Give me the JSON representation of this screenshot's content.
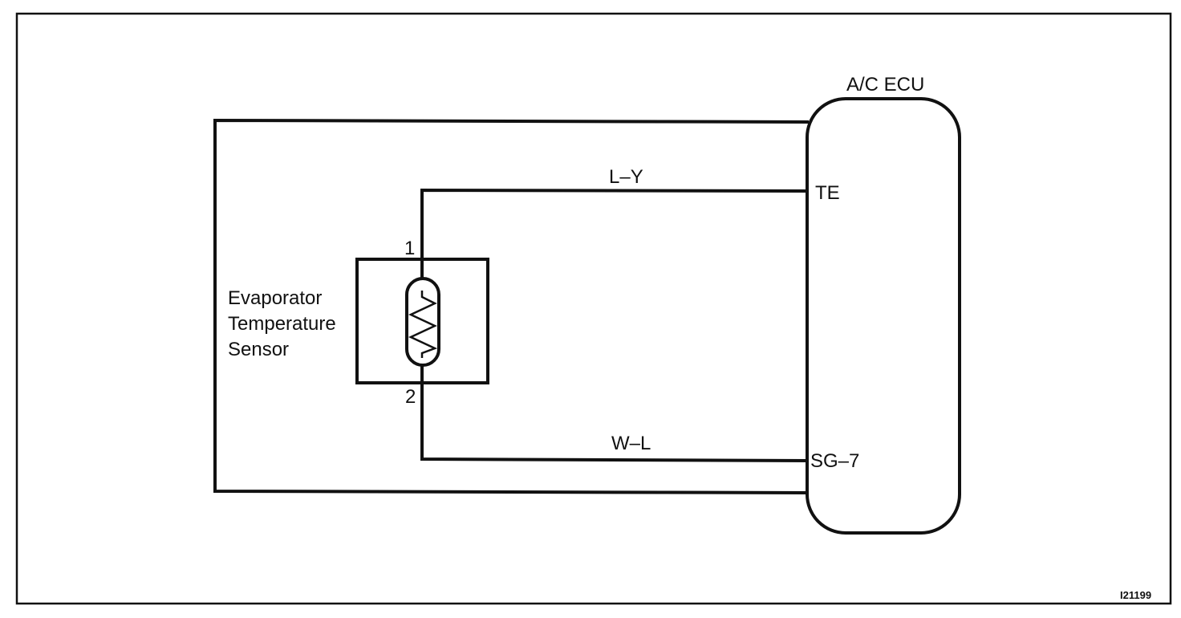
{
  "diagram": {
    "ecu": {
      "label": "A/C ECU",
      "terminal_te": "TE",
      "terminal_sg": "SG–7"
    },
    "sensor": {
      "label_lines": [
        "Evaporator",
        "Temperature",
        "Sensor"
      ],
      "pin_top": "1",
      "pin_bottom": "2"
    },
    "wires": {
      "upper_color": "L–Y",
      "lower_color": "W–L"
    },
    "figure_id": "I21199"
  }
}
